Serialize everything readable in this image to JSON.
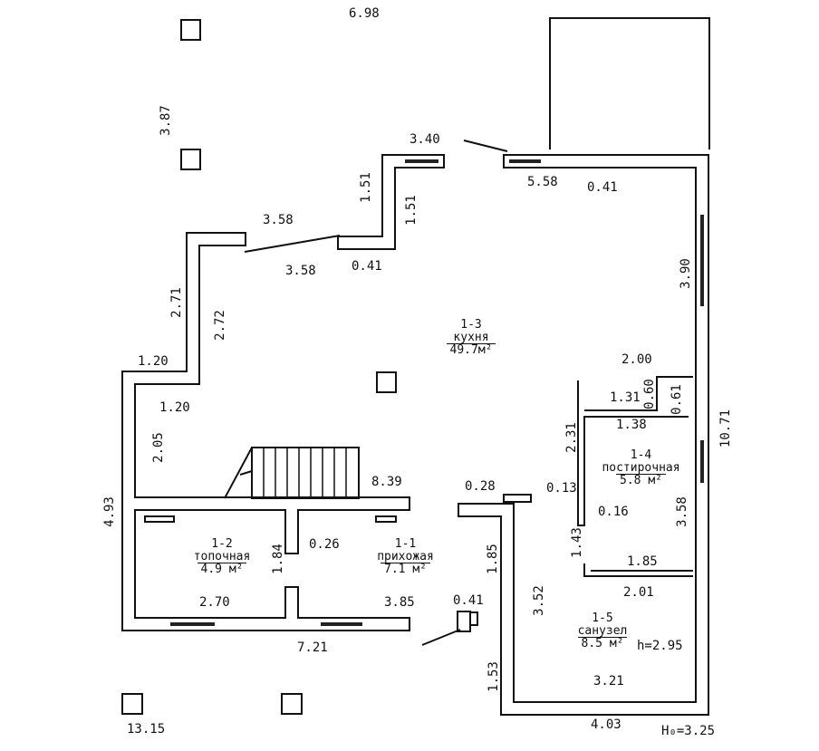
{
  "rooms": [
    {
      "id": "1-3",
      "name": "кухня",
      "area": "49.7м²"
    },
    {
      "id": "1-4",
      "name": "постирочная",
      "area": "5.8 м²"
    },
    {
      "id": "1-2",
      "name": "топочная",
      "area": "4.9 м²"
    },
    {
      "id": "1-1",
      "name": "прихожая",
      "area": "7.1 м²"
    },
    {
      "id": "1-5",
      "name": "санузел",
      "area": "8.5 м²"
    }
  ],
  "dimensions": {
    "d698": "6.98",
    "d387": "3.87",
    "d340": "3.40",
    "d558": "5.58",
    "d041a": "0.41",
    "d151a": "1.51",
    "d151b": "1.51",
    "d358a": "3.58",
    "d358b": "3.58",
    "d041b": "0.41",
    "d390": "3.90",
    "d271": "2.71",
    "d272": "2.72",
    "d120a": "1.20",
    "d120b": "1.20",
    "d205": "2.05",
    "d200": "2.00",
    "d131": "1.31",
    "d060": "0.60",
    "d061": "0.61",
    "d138": "1.38",
    "d231": "2.31",
    "d1071": "10.71",
    "d839": "8.39",
    "d028": "0.28",
    "d013": "0.13",
    "d016": "0.16",
    "d358c": "3.58",
    "d493": "4.93",
    "d026": "0.26",
    "d184": "1.84",
    "d185a": "1.85",
    "d143": "1.43",
    "d185b": "1.85",
    "d201": "2.01",
    "d270": "2.70",
    "d385": "3.85",
    "d041c": "0.41",
    "d352": "3.52",
    "d721": "7.21",
    "d153": "1.53",
    "d321": "3.21",
    "d1315": "13.15",
    "d403": "4.03"
  },
  "height_note": "h=2.95",
  "base_note": "H₀=3.25"
}
